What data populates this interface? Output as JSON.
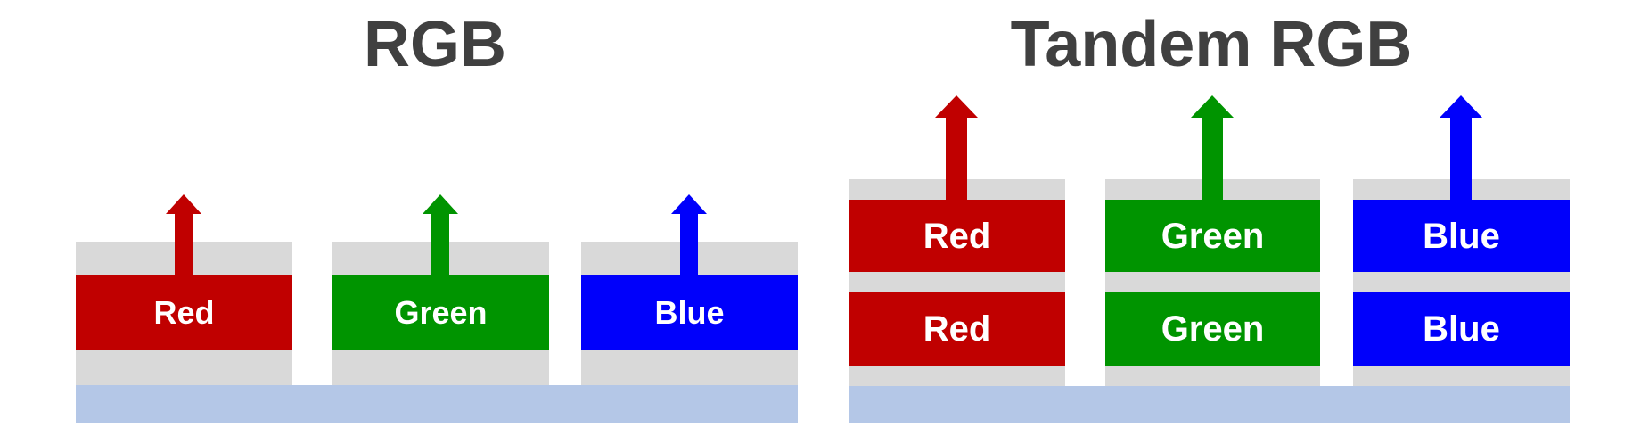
{
  "colors": {
    "red": "#c00000",
    "green": "#009400",
    "blue": "#0000fb",
    "gray": "#d9d9d9",
    "substrate": "#b4c7e7",
    "title": "#404040"
  },
  "left": {
    "title": "RGB",
    "stacks": [
      {
        "name": "red",
        "label": "Red"
      },
      {
        "name": "green",
        "label": "Green"
      },
      {
        "name": "blue",
        "label": "Blue"
      }
    ]
  },
  "right": {
    "title": "Tandem RGB",
    "stacks": [
      {
        "name": "red",
        "labels": [
          "Red",
          "Red"
        ]
      },
      {
        "name": "green",
        "labels": [
          "Green",
          "Green"
        ]
      },
      {
        "name": "blue",
        "labels": [
          "Blue",
          "Blue"
        ]
      }
    ]
  }
}
